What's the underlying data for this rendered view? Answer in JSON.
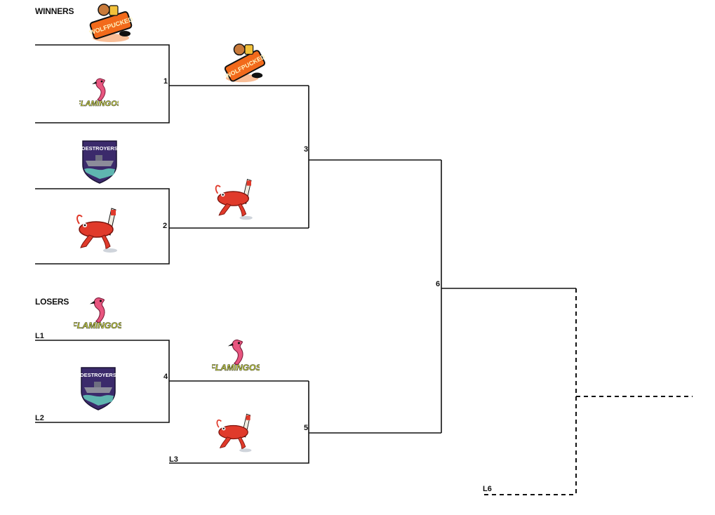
{
  "sections": {
    "winners": "WINNERS",
    "losers": "LOSERS"
  },
  "games": {
    "g1": "1",
    "g2": "2",
    "g3": "3",
    "g4": "4",
    "g5": "5",
    "g6": "6"
  },
  "loser_slots": {
    "l1": "L1",
    "l2": "L2",
    "l3": "L3",
    "l6": "L6"
  },
  "teams": {
    "wolfpucked": {
      "logo_text": "WOLFPUCKED",
      "icon": "wolfpucked-logo-icon",
      "primary": "#f26a1b",
      "accent": "#111111"
    },
    "flamingos": {
      "logo_text": "FLAMINGOS",
      "icon": "flamingos-logo-icon",
      "primary": "#e8557f",
      "accent": "#d7e23a"
    },
    "destroyers": {
      "logo_text": "DESTROYERS",
      "icon": "destroyers-logo-icon",
      "primary": "#3b2a6b",
      "accent": "#5fb6b0"
    },
    "crawfish": {
      "logo_text": "",
      "icon": "crawfish-logo-icon",
      "primary": "#e03a2b",
      "accent": "#ffffff"
    }
  },
  "line_color": "#111111"
}
